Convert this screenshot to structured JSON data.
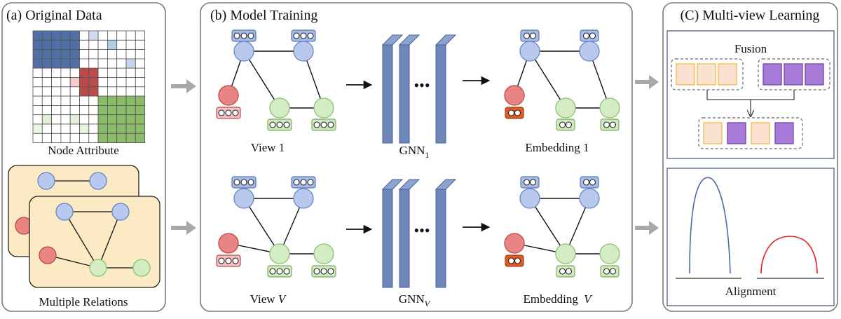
{
  "panels": {
    "a": {
      "title": "(a) Original Data",
      "node_attribute_label": "Node Attribute",
      "relations_label": "Multiple Relations"
    },
    "b": {
      "title": "(b) Model Training",
      "view1_label": "View 1",
      "viewV_label_prefix": "View ",
      "viewV_label_var": "V",
      "gnn_label": "GNN",
      "gnn1_sub": "1",
      "gnnV_sub": "V",
      "emb1_label": "Embedding 1",
      "embV_label_prefix": "Embedding ",
      "embV_label_var": "V",
      "ellipsis": "•••"
    },
    "c": {
      "title": "(C) Multi-view Learning",
      "fusion_label": "Fusion",
      "alignment_label": "Alignment"
    }
  },
  "colors": {
    "node_blue": "#b8c8ee",
    "node_blue_stroke": "#6a84c4",
    "node_red": "#e88484",
    "node_red_stroke": "#c04848",
    "node_green": "#d4ecc4",
    "node_green_stroke": "#8cc072",
    "matrix_blue": "#4f6fa6",
    "matrix_red": "#b94b4b",
    "matrix_green": "#8cbb6c",
    "gnn_layer": "#6e86b8",
    "fusion_peach": "#fbe1cf",
    "fusion_peach_stroke": "#f0b84c",
    "fusion_purple": "#a97bd8",
    "fusion_purple_stroke": "#7048a8",
    "emb_orange": "#e05a28",
    "yellow_bg": "#fbeac4",
    "arrow_gray": "#a8a8a8",
    "curve_blue": "#4a6aa4",
    "curve_red": "#e82020"
  }
}
